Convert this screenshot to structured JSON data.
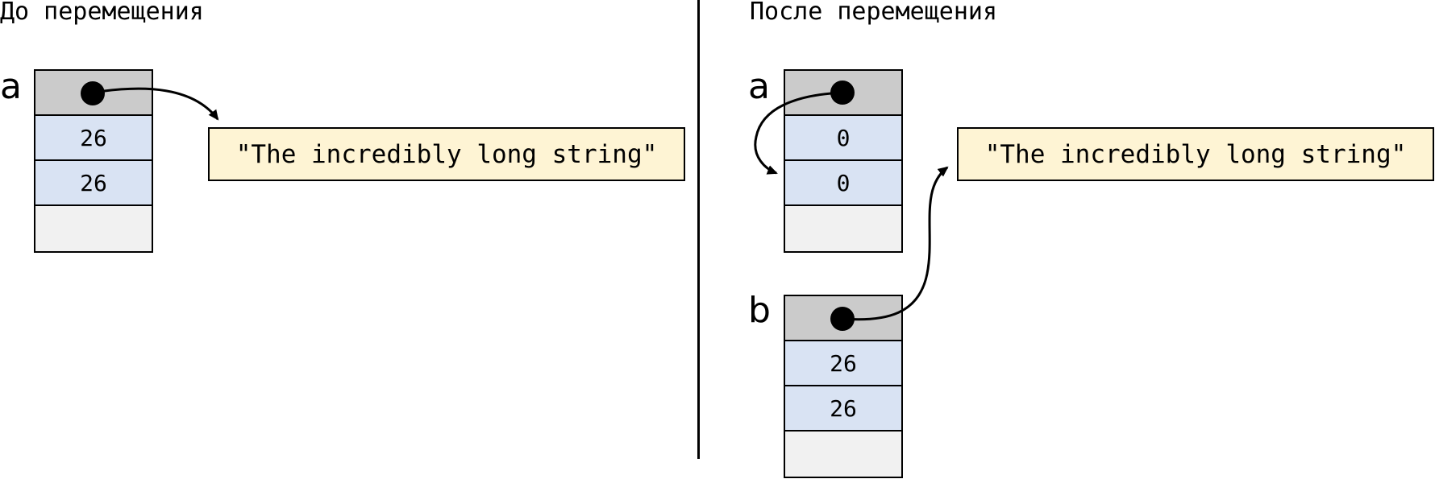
{
  "before": {
    "heading": "До перемещения",
    "var_a": {
      "label": "a",
      "cells": [
        "",
        "26",
        "26",
        ""
      ]
    },
    "heap_string": "\"The incredibly long string\""
  },
  "after": {
    "heading": "После перемещения",
    "var_a": {
      "label": "a",
      "cells": [
        "",
        "0",
        "0",
        ""
      ]
    },
    "var_b": {
      "label": "b",
      "cells": [
        "",
        "26",
        "26",
        ""
      ]
    },
    "heap_string": "\"The incredibly long string\""
  },
  "colors": {
    "pointer_cell": "#cbcbcb",
    "value_cell": "#d9e3f3",
    "empty_cell": "#f1f1f1",
    "heap_box": "#fef4d4"
  }
}
